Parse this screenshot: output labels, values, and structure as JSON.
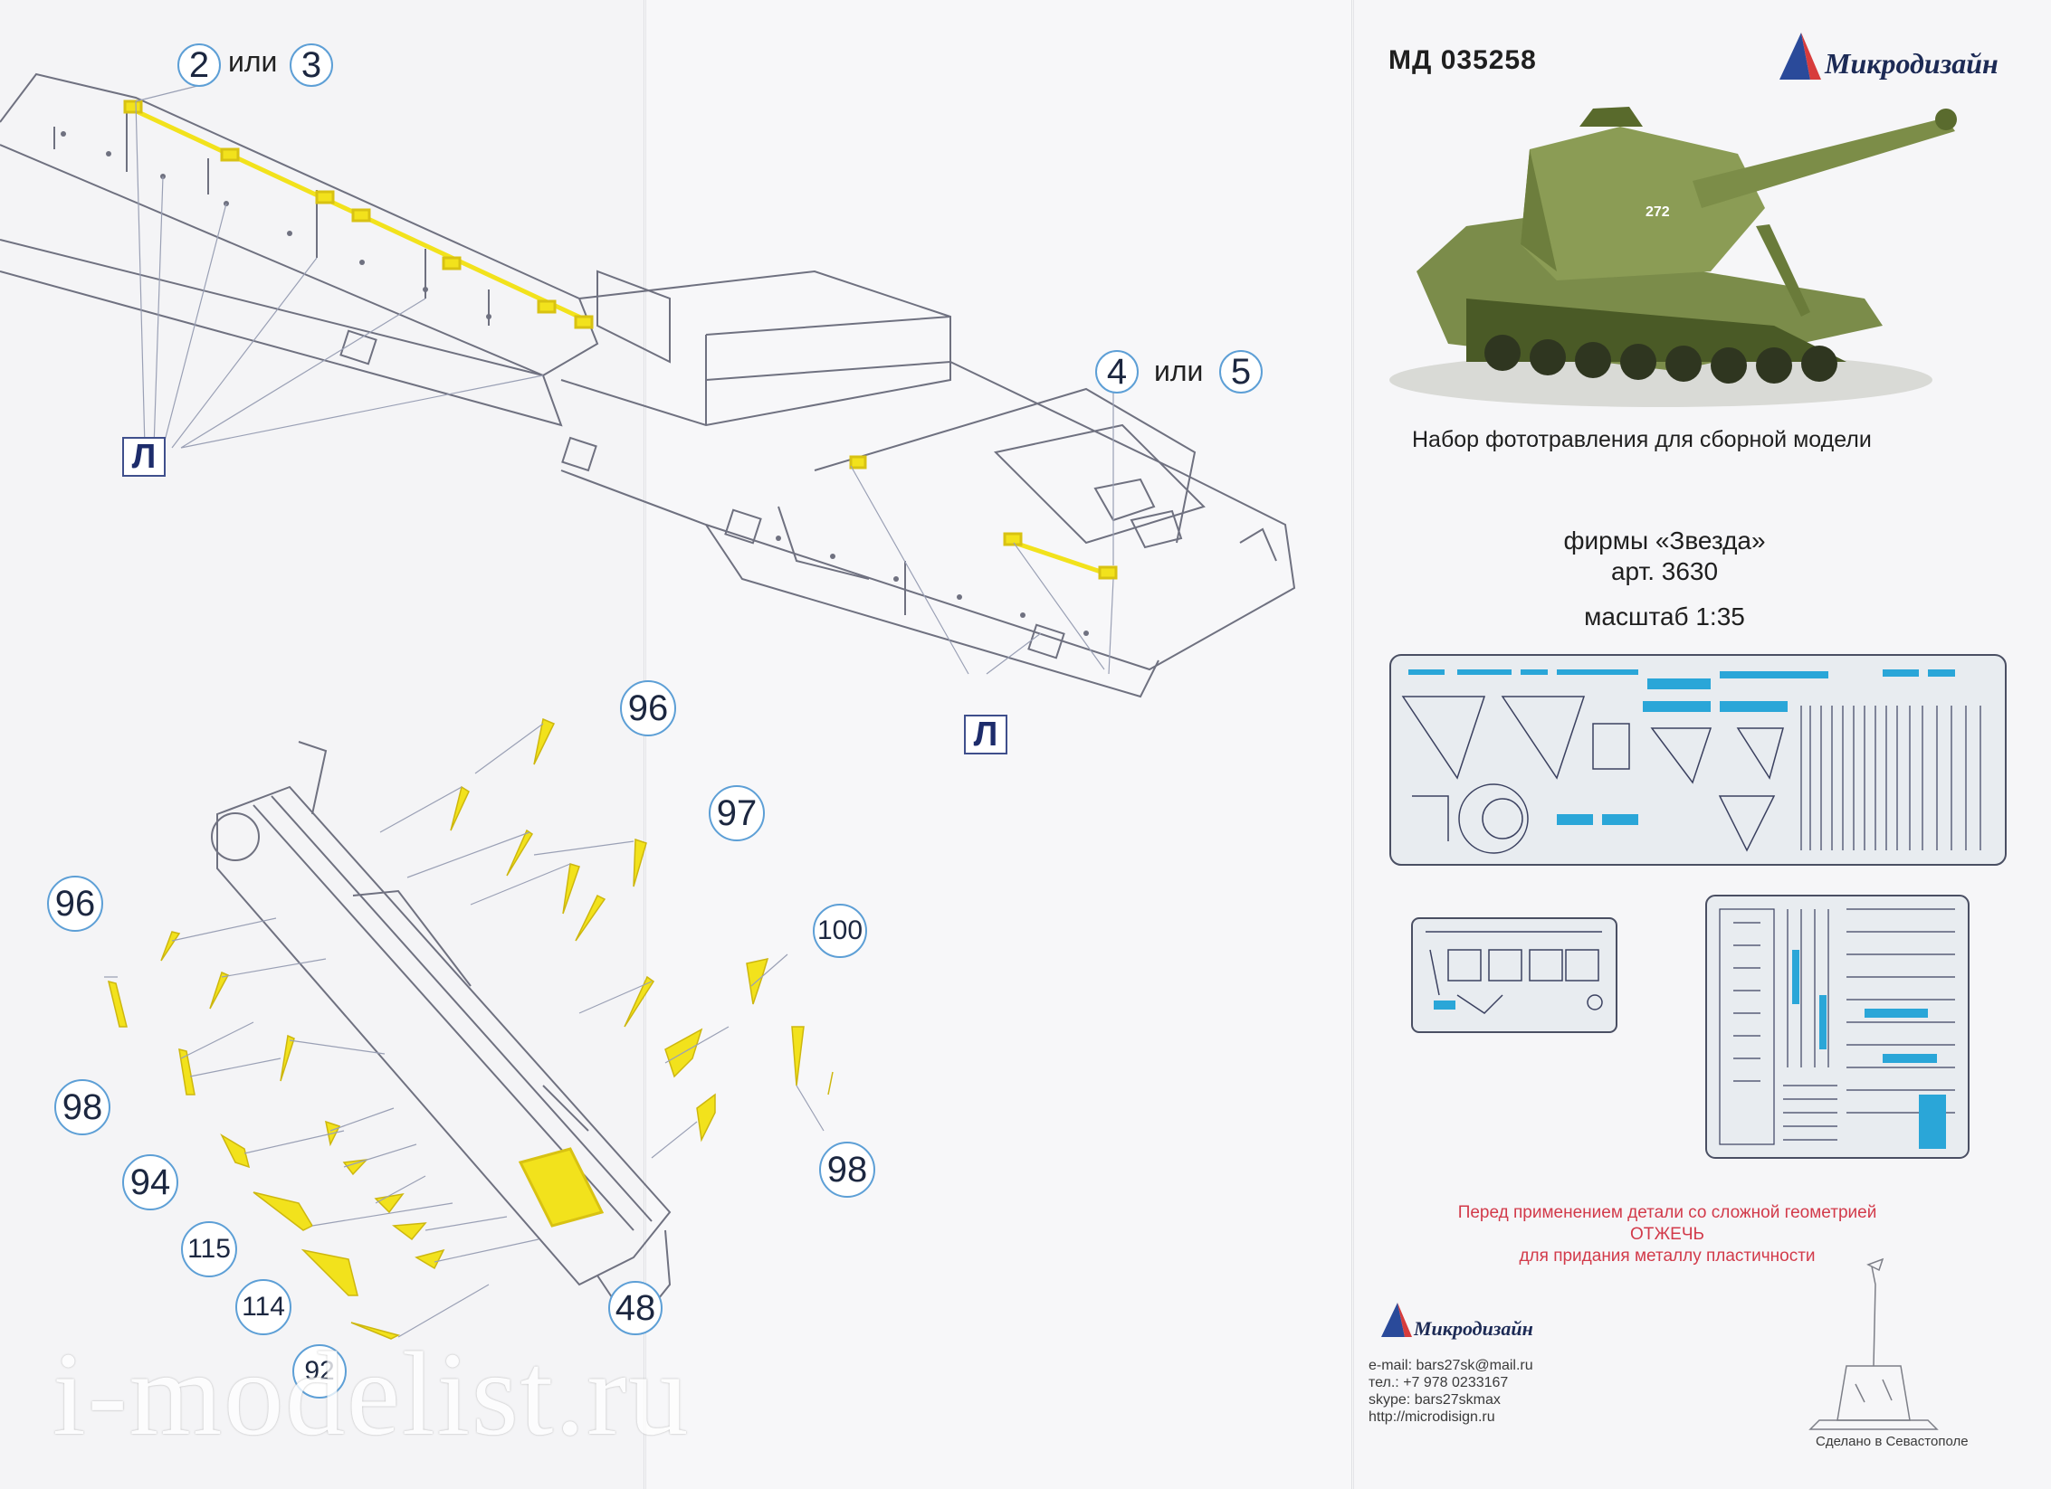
{
  "header": {
    "article_code": "МД 035258",
    "brand": "Микродизайн"
  },
  "hull_diagram": {
    "callouts": [
      "2",
      "или",
      "3",
      "4",
      "или",
      "5"
    ],
    "side_marker": "Л"
  },
  "parts_diagram": {
    "callouts": [
      "96",
      "97",
      "96",
      "100",
      "98",
      "98",
      "94",
      "115",
      "114",
      "92",
      "48"
    ]
  },
  "product": {
    "photo_label": "272",
    "description": "Набор фототравления для сборной модели",
    "maker": "фирмы «Звезда»",
    "kit_article": "арт. 3630",
    "scale": "масштаб 1:35"
  },
  "warning": {
    "line1": "Перед применением детали со сложной геометрией",
    "line2": "ОТЖЕЧЬ",
    "line3": "для придания металлу пластичности"
  },
  "footer": {
    "brand": "Микродизайн",
    "email": "e-mail: bars27sk@mail.ru",
    "phone": "тел.: +7 978 0233167",
    "skype": "skype: bars27skmax",
    "site": "http://microdisign.ru",
    "made_in": "Сделано в Севастополе"
  },
  "watermark": "i-modelist.ru",
  "colors": {
    "part_yellow": "#f2e21c",
    "callout_border": "#5d9fd6",
    "fret_blue": "#2aa6d8",
    "warning_red": "#d23a4a"
  }
}
